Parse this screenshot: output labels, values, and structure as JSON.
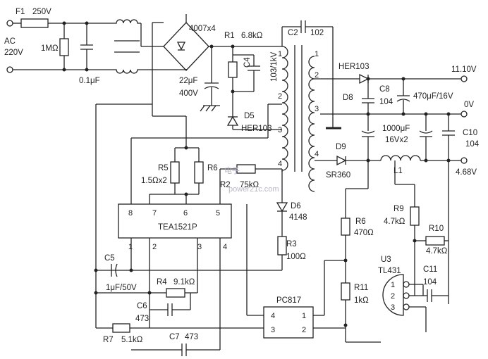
{
  "input": {
    "fuse": "F1",
    "fuse_rating": "250V",
    "ac_label": "AC",
    "ac_voltage": "220V"
  },
  "components": {
    "r_mohm": "1MΩ",
    "c_x": "0.1μF",
    "bridge": "4007x4",
    "r1": "R1",
    "r1_val": "6.8kΩ",
    "c2": "C2",
    "c2_val": "102",
    "c4": "C4",
    "c4_val": "103/1kV",
    "c_bulk_val": "22μF",
    "c_bulk_v": "400V",
    "d5": "D5",
    "d5_val": "HER103",
    "r5": "R5",
    "r5_val": "1.5Ωx2",
    "r6a": "R6",
    "r2": "R2",
    "r2_val": "75kΩ",
    "d6": "D6",
    "d6_val": "4148",
    "r3": "R3",
    "r3_val": "100Ω",
    "c5": "C5",
    "c5_val": "1μF/50V",
    "r4": "R4",
    "r4_val": "9.1kΩ",
    "c6": "C6",
    "c6_val": "473",
    "r7": "R7",
    "r7_val": "5.1kΩ",
    "c7": "C7",
    "c7_val": "473",
    "pc817": "PC817",
    "d8_part": "HER103",
    "d8": "D8",
    "c8": "C8",
    "c8_val": "104",
    "c_470": "470μF/16V",
    "c_1000": "1000μF",
    "c_1000b": "16Vx2",
    "d9": "D9",
    "d9_val": "SR360",
    "l1": "L1",
    "c10": "C10",
    "c10_val": "104",
    "r6b": "R6",
    "r6b_val": "470Ω",
    "r9": "R9",
    "r9_val": "4.7kΩ",
    "r10": "R10",
    "r10_val": "4.7kΩ",
    "u3": "U3",
    "u3_val": "TL431",
    "c11": "C11",
    "c11_val": "104",
    "r11": "R11",
    "r11_val": "1kΩ"
  },
  "ic": {
    "name": "TEA1521P",
    "pins_top": [
      "8",
      "7",
      "6",
      "5"
    ],
    "pins_bottom": [
      "1",
      "2",
      "3",
      "4"
    ]
  },
  "optocoupler": {
    "pins_left": [
      "4",
      "3"
    ],
    "pins_right": [
      "1",
      "2"
    ]
  },
  "tl431_pins": [
    "1",
    "2",
    "3"
  ],
  "transformer": {
    "primary_pins": [
      "1",
      "2",
      "3",
      "4"
    ],
    "secondary_pins": [
      "1",
      "2",
      "3",
      "4"
    ]
  },
  "outputs": {
    "out1": "11.10V",
    "out0": "0V",
    "out2": "4.68V"
  },
  "watermark": {
    "w1": "电子",
    "w2": "power21c.com"
  }
}
